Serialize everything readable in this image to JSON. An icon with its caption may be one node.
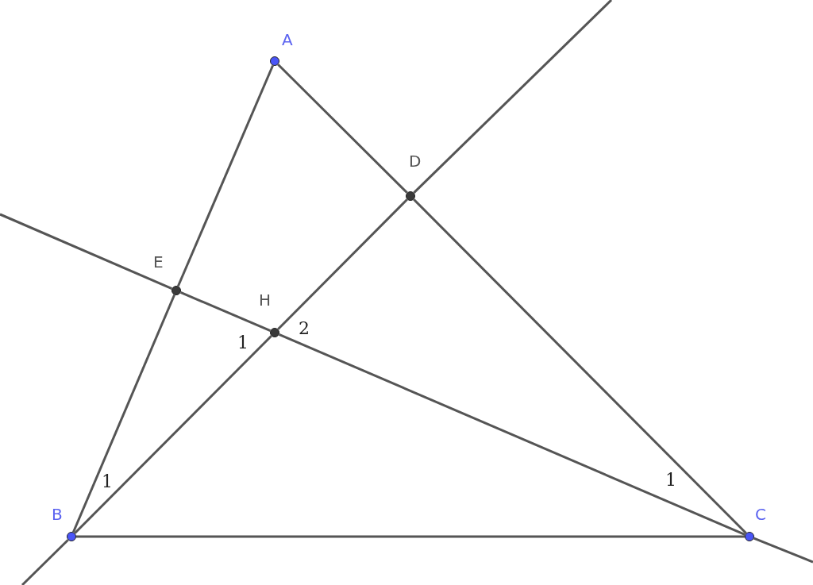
{
  "diagram": {
    "nodes": [
      {
        "text": [
          "A"
        ]
      },
      {
        "text": [
          "D"
        ]
      },
      {
        "text": [
          "E"
        ]
      },
      {
        "text": [
          "H"
        ]
      },
      {
        "text": [
          "B"
        ]
      },
      {
        "text": [
          "C"
        ]
      }
    ],
    "edges": [
      {
        "from": 0,
        "to": 2,
        "arrow": "none"
      },
      {
        "from": 2,
        "to": 4,
        "arrow": "none"
      },
      {
        "from": 0,
        "to": 1,
        "arrow": "none"
      },
      {
        "from": 1,
        "to": 5,
        "arrow": "none"
      },
      {
        "from": 4,
        "to": 5,
        "arrow": "none"
      },
      {
        "from": 4,
        "to": 3,
        "arrow": "none"
      },
      {
        "from": 3,
        "to": 1,
        "arrow": "none"
      },
      {
        "from": 5,
        "to": 3,
        "arrow": "none"
      },
      {
        "from": 3,
        "to": 2,
        "arrow": "none"
      },
      {
        "from": 1,
        "to": null,
        "arrow": "none"
      },
      {
        "from": 4,
        "to": null,
        "arrow": "none"
      },
      {
        "from": 2,
        "to": null,
        "arrow": "none"
      },
      {
        "from": 5,
        "to": null,
        "arrow": "none"
      }
    ],
    "labels": [
      "2",
      "1",
      "1",
      "1"
    ]
  }
}
